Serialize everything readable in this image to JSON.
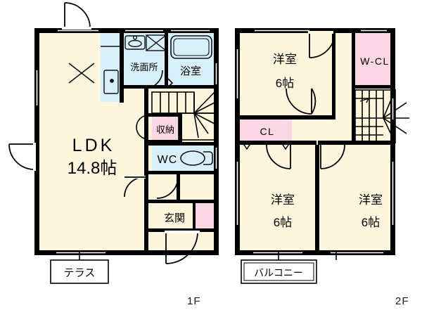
{
  "document": {
    "type": "floor-plan",
    "title": "2-floor residential floor plan",
    "floors": [
      "1F",
      "2F"
    ]
  },
  "colors": {
    "floor_fill": "#FDF5DC",
    "water_fill": "#D7F0FA",
    "closet_fill": "#FBD6E5",
    "wall": "#000000",
    "thin_line": "#111111",
    "background": "#FFFFFF"
  },
  "floor1": {
    "label": "1F",
    "rooms": [
      {
        "name": "ldk",
        "label_line1": "LDK",
        "label_line2": "14.8帖",
        "fill": "floor_fill"
      },
      {
        "name": "washroom",
        "label": "洗面所",
        "fill": "water_fill"
      },
      {
        "name": "bathroom",
        "label": "浴室",
        "fill": "water_fill"
      },
      {
        "name": "storage",
        "label": "収納",
        "fill": "closet_fill"
      },
      {
        "name": "toilet",
        "label": "WC",
        "fill": "water_fill"
      },
      {
        "name": "entrance",
        "label": "玄関",
        "fill": "floor_fill"
      },
      {
        "name": "shoe-closet",
        "label": "",
        "fill": "closet_fill"
      },
      {
        "name": "hallway",
        "label": "",
        "fill": "floor_fill"
      }
    ],
    "exterior": [
      {
        "name": "terrace",
        "label": "テラス"
      }
    ],
    "fixtures": [
      {
        "name": "kitchen-sink",
        "label": ""
      },
      {
        "name": "bathtub",
        "label": ""
      },
      {
        "name": "washbasin",
        "label": ""
      },
      {
        "name": "toilet-bowl",
        "label": ""
      },
      {
        "name": "staircase-up",
        "label": ""
      }
    ],
    "doors": [
      {
        "name": "ldk-north-door"
      },
      {
        "name": "ldk-west-door"
      },
      {
        "name": "ldk-hall-door"
      },
      {
        "name": "washroom-door"
      },
      {
        "name": "bathroom-door"
      },
      {
        "name": "storage-door"
      },
      {
        "name": "wc-door"
      },
      {
        "name": "entrance-door"
      }
    ]
  },
  "floor2": {
    "label": "2F",
    "rooms": [
      {
        "name": "bedroom-north",
        "label_line1": "洋室",
        "label_line2": "6帖",
        "fill": "floor_fill"
      },
      {
        "name": "bedroom-southwest",
        "label_line1": "洋室",
        "label_line2": "6帖",
        "fill": "floor_fill"
      },
      {
        "name": "bedroom-southeast",
        "label_line1": "洋室",
        "label_line2": "6帖",
        "fill": "floor_fill"
      },
      {
        "name": "walk-in-closet",
        "label": "W-CL",
        "fill": "closet_fill"
      },
      {
        "name": "closet",
        "label": "CL",
        "fill": "closet_fill"
      },
      {
        "name": "landing-hall",
        "label": "",
        "fill": "floor_fill"
      }
    ],
    "exterior": [
      {
        "name": "balcony",
        "label": "バルコニー"
      }
    ],
    "fixtures": [
      {
        "name": "staircase-down",
        "label": ""
      }
    ],
    "doors": [
      {
        "name": "bedroom-north-door"
      },
      {
        "name": "hall-door"
      },
      {
        "name": "bedroom-southwest-door"
      },
      {
        "name": "bedroom-southeast-door"
      },
      {
        "name": "walk-in-closet-door"
      },
      {
        "name": "closet-door-left"
      },
      {
        "name": "closet-door-right"
      }
    ]
  }
}
